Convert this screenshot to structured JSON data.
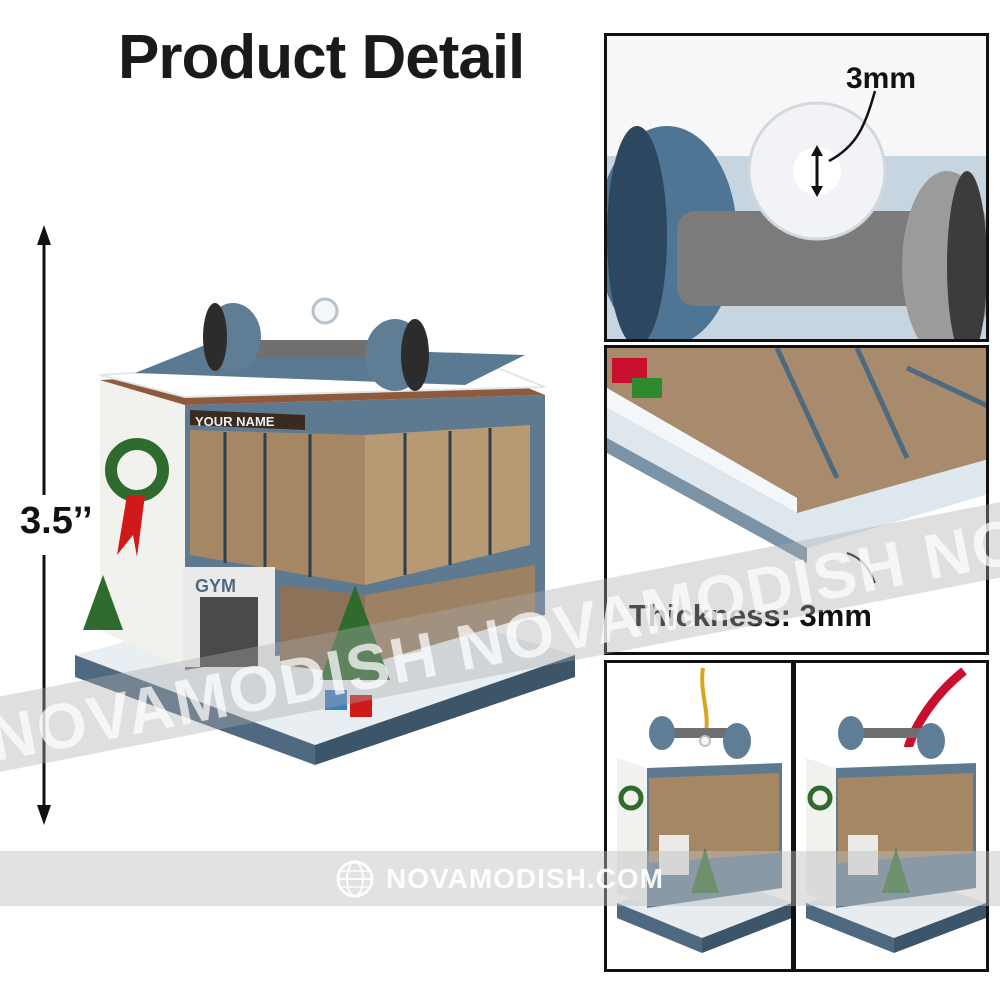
{
  "title": "Product Detail",
  "dimension": {
    "label": "3.5’’"
  },
  "main_product": {
    "name_plate": "YOUR NAME",
    "door_sign": "GYM"
  },
  "detail_panels": {
    "hole": {
      "label": "3mm"
    },
    "thickness": {
      "label": "Thickness: 3mm"
    }
  },
  "variants": [
    {
      "ribbon": "gold cord",
      "color": "#d9a521"
    },
    {
      "ribbon": "red ribbon",
      "color": "#c8102e"
    }
  ],
  "watermark": {
    "text": "NOVAMODISH  NOVAMODISH  NOVAMODISH"
  },
  "footer": {
    "brand": "NOVAMODISH.COM"
  }
}
